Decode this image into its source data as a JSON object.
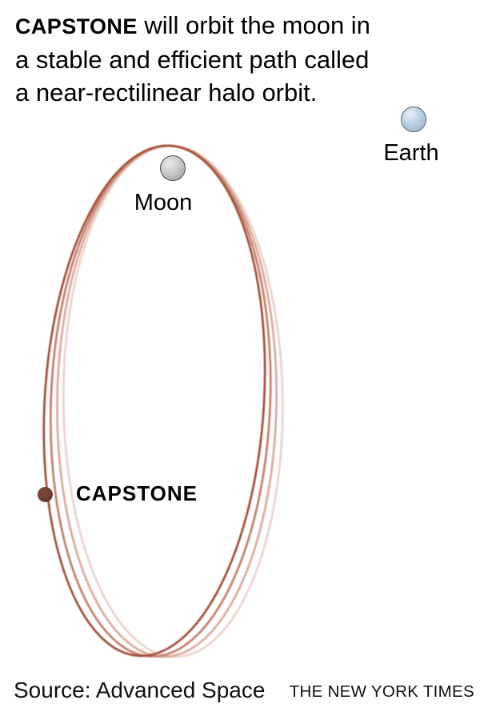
{
  "header": {
    "line1_lead": "CAPSTONE",
    "line1_rest": " will orbit the moon in",
    "line2": "a stable and efficient path called",
    "line3": "a near-rectilinear halo orbit."
  },
  "diagram": {
    "earth_label": "Earth",
    "moon_label": "Moon",
    "spacecraft_label": "CAPSTONE",
    "orbit_stroke_colors": [
      "#ecd4cc",
      "#dcab9d",
      "#c5826f",
      "#a3523e"
    ],
    "earth_color": "#b3cde2",
    "moon_color": "#c6c6c9",
    "spacecraft_dot_color": "#6e3d30"
  },
  "footer": {
    "source": "Source: Advanced Space",
    "credit": "THE NEW YORK TIMES"
  }
}
